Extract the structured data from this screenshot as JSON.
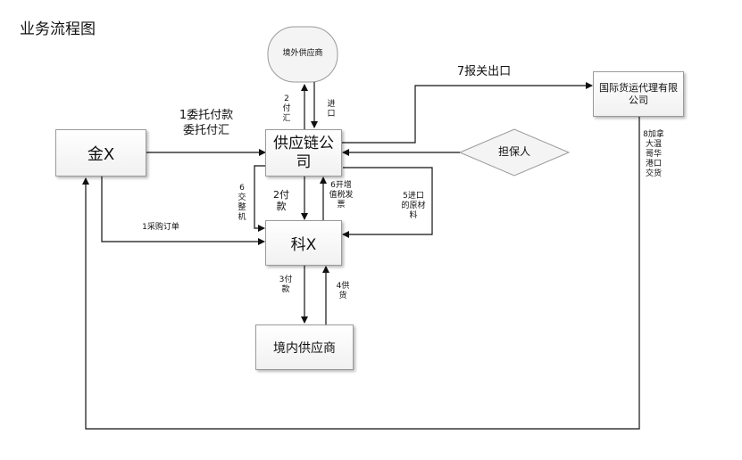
{
  "title": "业务流程图",
  "nodes": {
    "jin": "金X",
    "supply_chain": "供应链公\n司",
    "ke": "科X",
    "foreign_supplier": "境外供应商",
    "domestic_supplier": "境内供应商",
    "forwarder": "国际货运代理有限\n公司",
    "guarantor": "担保人"
  },
  "edges": {
    "e1_entrust": "1委托付款\n委托付汇",
    "e1_order": "1采购订单",
    "e2_pay_foreign": "2\n付\n汇",
    "e_import": "进\n口",
    "e2_pay": "2付\n款",
    "e3_pay": "3付\n款",
    "e4_supply": "4供\n货",
    "e5_import_material": "5进口\n的原材\n料",
    "e6_settle": "6\n交\n整\n机",
    "e6_invoice": "6开增\n值税发\n票",
    "e7_export": "7报关出口",
    "e8_delivery": "8加拿\n大温\n哥华\n港口\n交货"
  }
}
